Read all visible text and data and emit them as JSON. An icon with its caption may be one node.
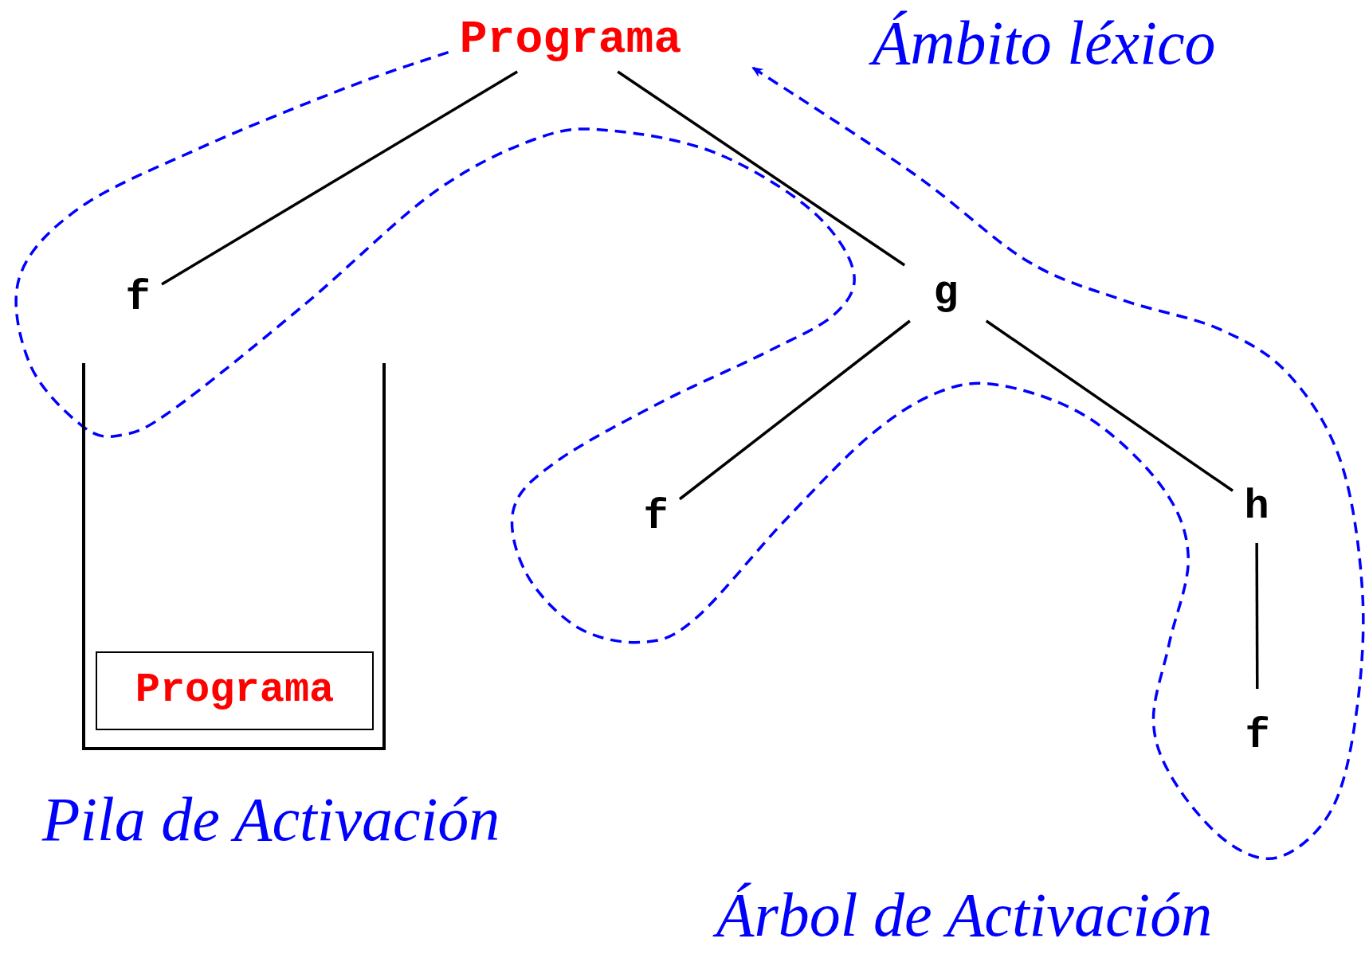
{
  "diagram": {
    "nodes": [
      {
        "text": [
          "Programa"
        ]
      },
      {
        "text": [
          "f"
        ]
      },
      {
        "text": [
          "g"
        ]
      },
      {
        "text": [
          "f"
        ]
      },
      {
        "text": [
          "h"
        ]
      },
      {
        "text": [
          "f"
        ]
      },
      {
        "text": [],
        "shape": "box"
      },
      {
        "text": [
          "Programa"
        ],
        "in": 6
      }
    ],
    "edges": [
      {
        "from": 0,
        "to": 1,
        "arrow": "none"
      },
      {
        "from": 0,
        "to": 2,
        "arrow": "none"
      },
      {
        "from": 2,
        "to": 3,
        "arrow": "none"
      },
      {
        "from": 2,
        "to": 4,
        "arrow": "none"
      },
      {
        "from": 4,
        "to": 5,
        "arrow": "none"
      }
    ],
    "labels": [
      "Ámbito léxico",
      "Pila de Activación",
      "Árbol de Activación"
    ]
  }
}
